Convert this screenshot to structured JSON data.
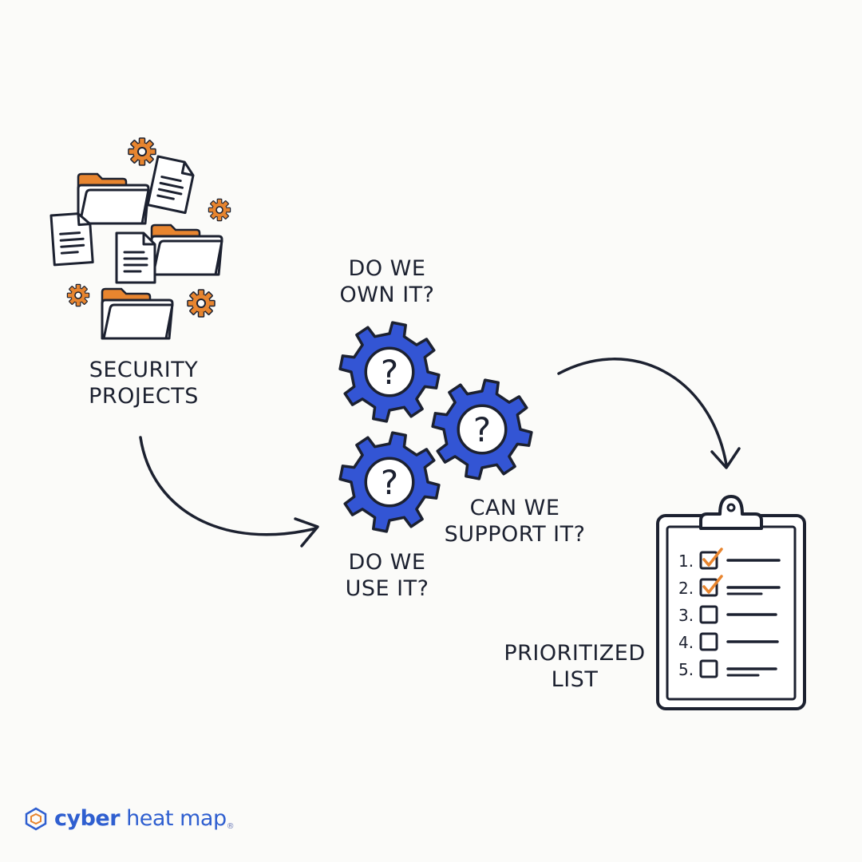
{
  "labels": {
    "projects": [
      "SECURITY",
      "PROJECTS"
    ],
    "own": [
      "DO WE",
      "OWN IT?"
    ],
    "support": [
      "CAN WE",
      "SUPPORT IT?"
    ],
    "use": [
      "DO WE",
      "USE IT?"
    ],
    "list": [
      "PRIORITIZED",
      "LIST"
    ]
  },
  "gear_mark": "?",
  "checklist": [
    {
      "num": "1.",
      "checked": true
    },
    {
      "num": "2.",
      "checked": true
    },
    {
      "num": "3.",
      "checked": false
    },
    {
      "num": "4.",
      "checked": false
    },
    {
      "num": "5.",
      "checked": false
    }
  ],
  "brand": {
    "bold": "cyber",
    "rest": "heat map",
    "reg": "®"
  },
  "colors": {
    "ink": "#1c2130",
    "gear": "#3355d4",
    "folder": "#e8852f",
    "brand": "#2f5fd0"
  },
  "icons": [
    "folder-icon",
    "document-icon",
    "small-gear-icon",
    "question-gear-icon",
    "clipboard-icon",
    "arrow-icon",
    "logo-cube-icon"
  ]
}
